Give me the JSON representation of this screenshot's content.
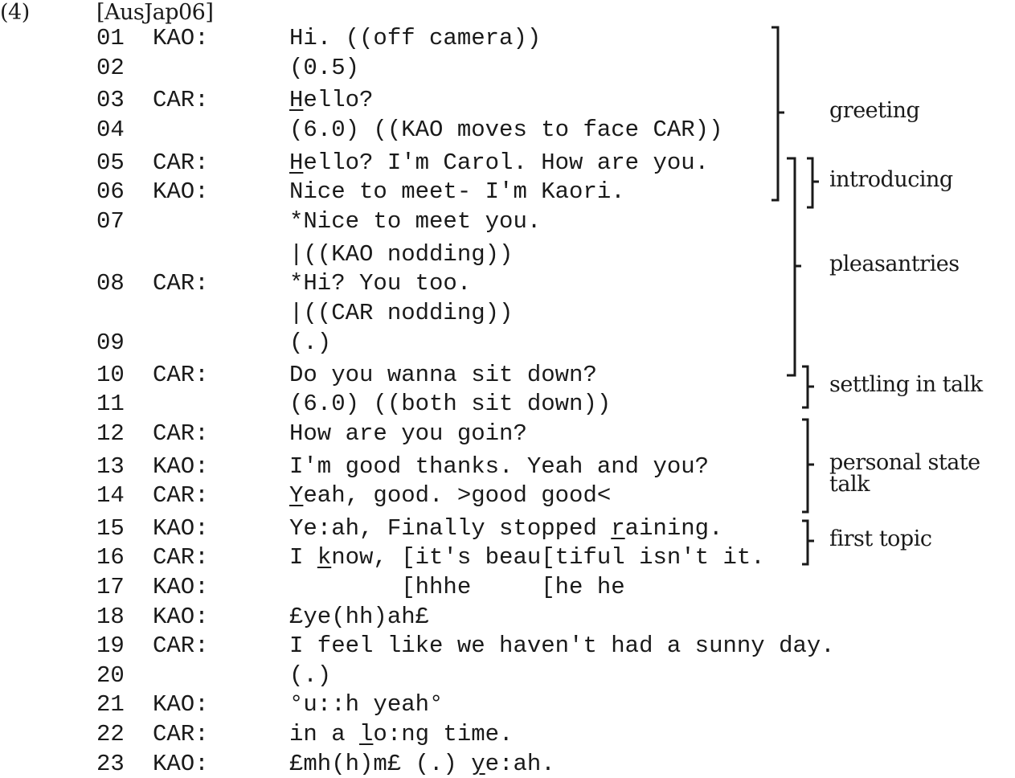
{
  "example_number": "(4)",
  "example_id": "[AusJap06]",
  "lines": [
    {
      "num": "01",
      "spk": "KAO:",
      "seg": [
        "Hi. ((off camera))"
      ]
    },
    {
      "num": "02",
      "spk": "",
      "seg": [
        "(0.5)"
      ]
    },
    {
      "num": "03",
      "spk": "CAR:",
      "seg": [
        "",
        "H",
        "ello?"
      ]
    },
    {
      "num": "04",
      "spk": "",
      "seg": [
        "(6.0) ((KAO moves to face CAR))"
      ]
    },
    {
      "num": "05",
      "spk": "CAR:",
      "seg": [
        "",
        "H",
        "ello? I'm Carol. How are you."
      ]
    },
    {
      "num": "06",
      "spk": "KAO:",
      "seg": [
        "Nice to meet- I'm Kaori."
      ]
    },
    {
      "num": "07",
      "spk": "",
      "seg": [
        "*Nice to meet you."
      ]
    },
    {
      "num": "",
      "spk": "",
      "seg": [
        "|((KAO nodding))"
      ]
    },
    {
      "num": "08",
      "spk": "CAR:",
      "seg": [
        "*Hi? You too."
      ]
    },
    {
      "num": "",
      "spk": "",
      "seg": [
        "|((CAR nodding))"
      ]
    },
    {
      "num": "09",
      "spk": "",
      "seg": [
        "(.)"
      ]
    },
    {
      "num": "10",
      "spk": "CAR:",
      "seg": [
        "Do you wanna sit down?"
      ]
    },
    {
      "num": "11",
      "spk": "",
      "seg": [
        "(6.0) ((both sit down))"
      ]
    },
    {
      "num": "12",
      "spk": "CAR:",
      "seg": [
        "How are you goin?"
      ]
    },
    {
      "num": "13",
      "spk": "KAO:",
      "seg": [
        "I'm good thanks. Yeah and you?"
      ]
    },
    {
      "num": "14",
      "spk": "CAR:",
      "seg": [
        "",
        "Y",
        "eah, good. >good good<"
      ]
    },
    {
      "num": "15",
      "spk": "KAO:",
      "seg": [
        "Ye:ah, Finally stopped ",
        "r",
        "aining."
      ]
    },
    {
      "num": "16",
      "spk": "CAR:",
      "seg": [
        "I ",
        "k",
        "now, [it's beau[tiful isn't it."
      ]
    },
    {
      "num": "17",
      "spk": "KAO:",
      "seg": [
        "        [hhhe     [he he"
      ]
    },
    {
      "num": "18",
      "spk": "KAO:",
      "seg": [
        "£ye(hh)ah£"
      ]
    },
    {
      "num": "19",
      "spk": "CAR:",
      "seg": [
        "I feel like we haven't had a sunny day."
      ]
    },
    {
      "num": "20",
      "spk": "",
      "seg": [
        "(.)"
      ]
    },
    {
      "num": "21",
      "spk": "KAO:",
      "seg": [
        "°u::h yeah°"
      ]
    },
    {
      "num": "22",
      "spk": "CAR:",
      "seg": [
        "in a ",
        "l",
        "o:ng time."
      ]
    },
    {
      "num": "23",
      "spk": "KAO:",
      "seg": [
        "£mh(h)m£ (.) ",
        "y",
        "e:ah."
      ]
    }
  ],
  "annotations": {
    "greeting": "greeting",
    "introducing": "introducing",
    "pleasantries": "pleasantries",
    "settling": "settling in talk",
    "personal": "personal state talk",
    "first_topic": "first topic"
  }
}
